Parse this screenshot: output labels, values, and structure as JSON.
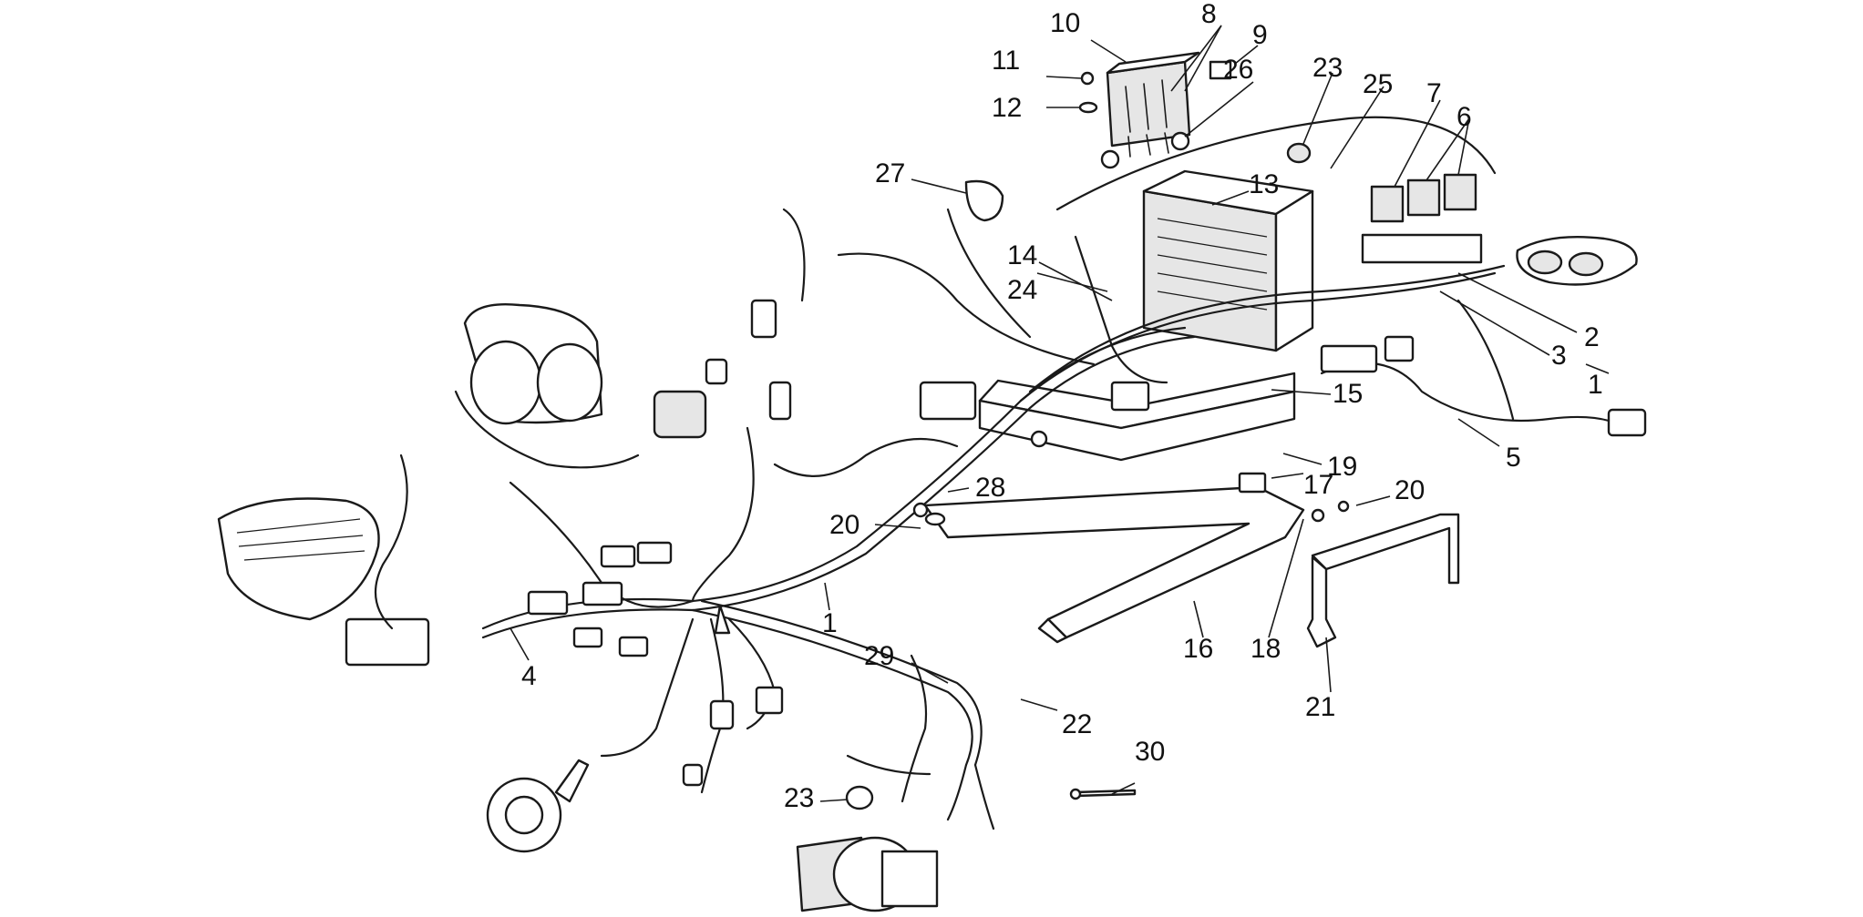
{
  "diagram": {
    "callouts": [
      {
        "id": "10",
        "label": "10"
      },
      {
        "id": "8",
        "label": "8"
      },
      {
        "id": "9",
        "label": "9"
      },
      {
        "id": "11",
        "label": "11"
      },
      {
        "id": "12",
        "label": "12"
      },
      {
        "id": "26",
        "label": "26"
      },
      {
        "id": "23-top",
        "label": "23"
      },
      {
        "id": "25",
        "label": "25"
      },
      {
        "id": "7",
        "label": "7"
      },
      {
        "id": "6",
        "label": "6"
      },
      {
        "id": "27",
        "label": "27"
      },
      {
        "id": "13",
        "label": "13"
      },
      {
        "id": "14",
        "label": "14"
      },
      {
        "id": "24",
        "label": "24"
      },
      {
        "id": "2",
        "label": "2"
      },
      {
        "id": "3",
        "label": "3"
      },
      {
        "id": "1-right",
        "label": "1"
      },
      {
        "id": "15",
        "label": "15"
      },
      {
        "id": "5",
        "label": "5"
      },
      {
        "id": "19",
        "label": "19"
      },
      {
        "id": "17",
        "label": "17"
      },
      {
        "id": "28",
        "label": "28"
      },
      {
        "id": "20-right",
        "label": "20"
      },
      {
        "id": "20-left",
        "label": "20"
      },
      {
        "id": "1-center",
        "label": "1"
      },
      {
        "id": "16",
        "label": "16"
      },
      {
        "id": "18",
        "label": "18"
      },
      {
        "id": "21",
        "label": "21"
      },
      {
        "id": "4",
        "label": "4"
      },
      {
        "id": "29",
        "label": "29"
      },
      {
        "id": "22",
        "label": "22"
      },
      {
        "id": "30",
        "label": "30"
      },
      {
        "id": "23-bottom",
        "label": "23"
      }
    ]
  }
}
